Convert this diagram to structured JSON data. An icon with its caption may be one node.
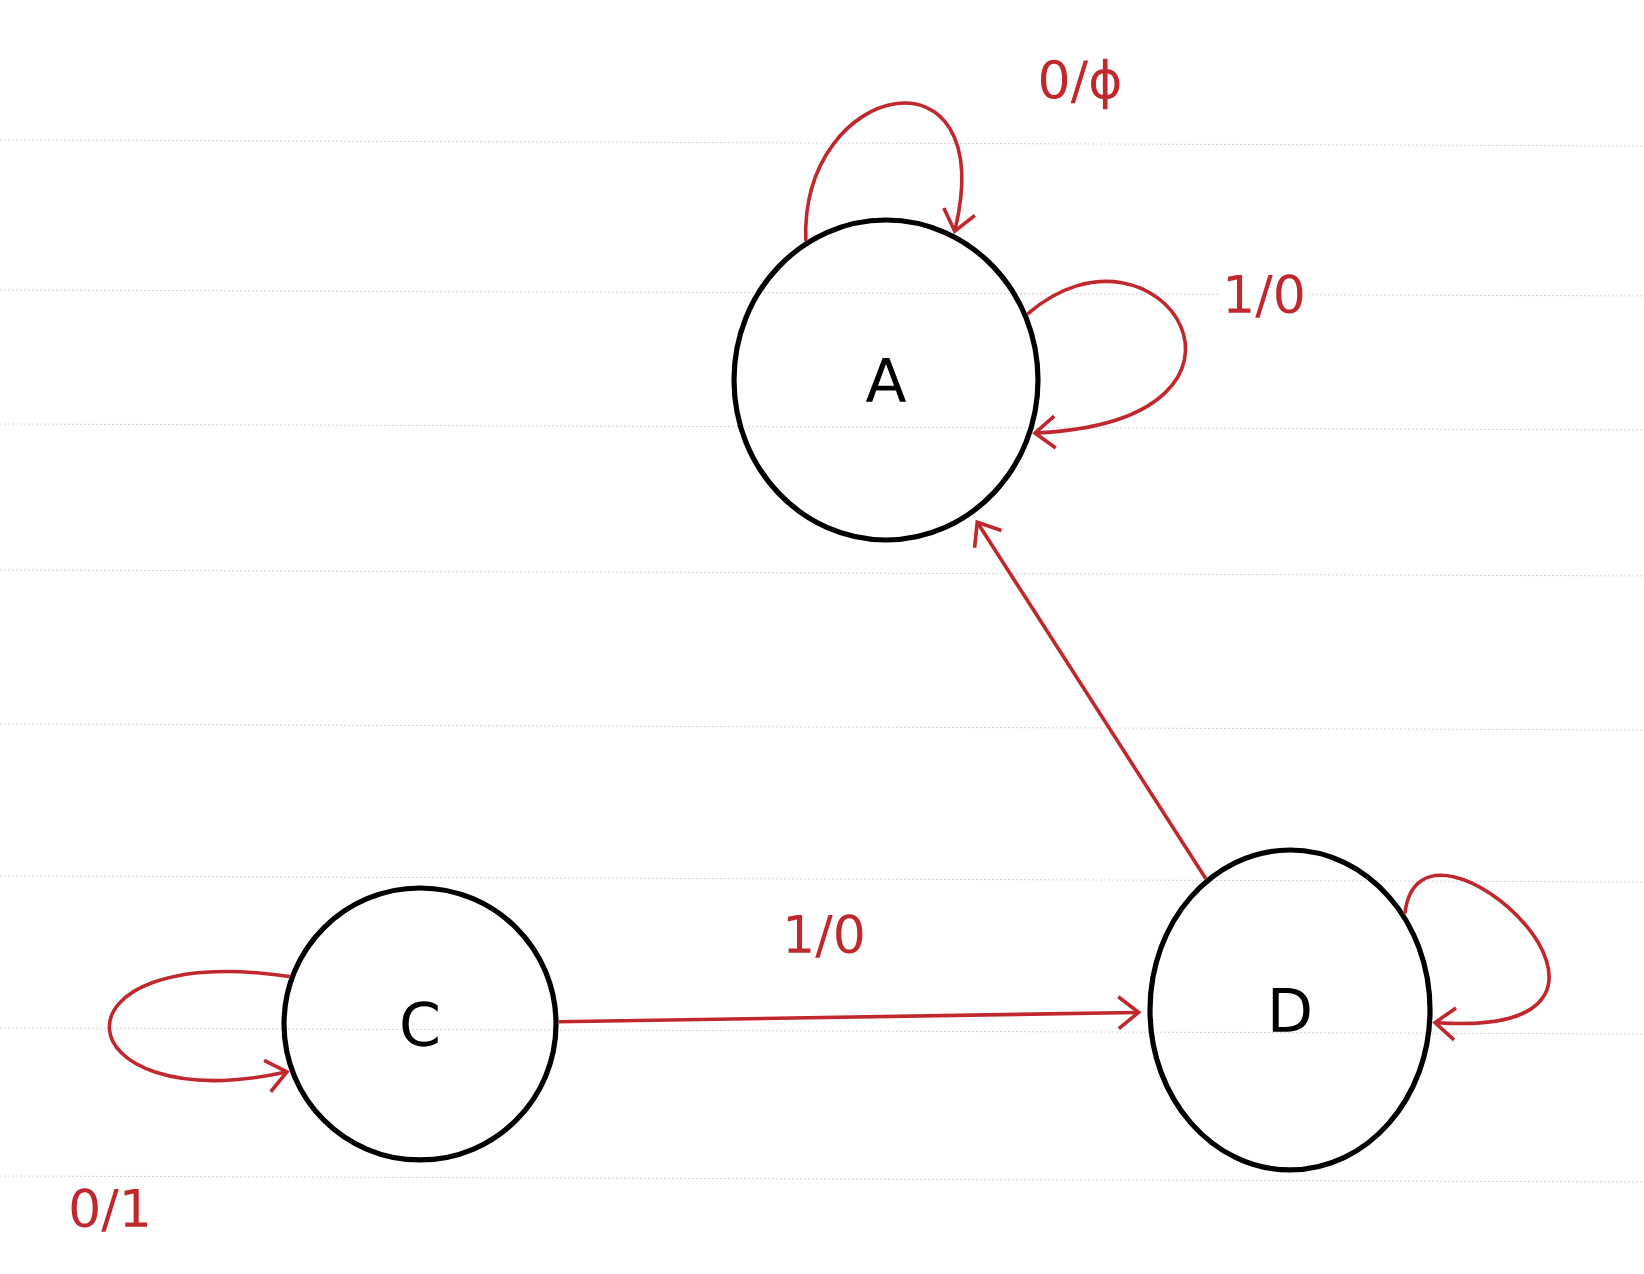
{
  "diagram": {
    "nodes": [
      {
        "text": [
          "A"
        ]
      },
      {
        "text": [
          "C"
        ]
      },
      {
        "text": [
          "D"
        ]
      }
    ],
    "edges": [
      {
        "from": 0,
        "to": 0,
        "arrow": "to",
        "label": "0/ϕ"
      },
      {
        "from": 0,
        "to": 0,
        "arrow": "to",
        "label": "1/0"
      },
      {
        "from": 2,
        "to": 0,
        "arrow": "to"
      },
      {
        "from": 1,
        "to": 1,
        "arrow": "to",
        "label": "0/1"
      },
      {
        "from": 1,
        "to": 2,
        "arrow": "to",
        "label": "1/0"
      },
      {
        "from": 2,
        "to": 2,
        "arrow": "to"
      }
    ]
  }
}
